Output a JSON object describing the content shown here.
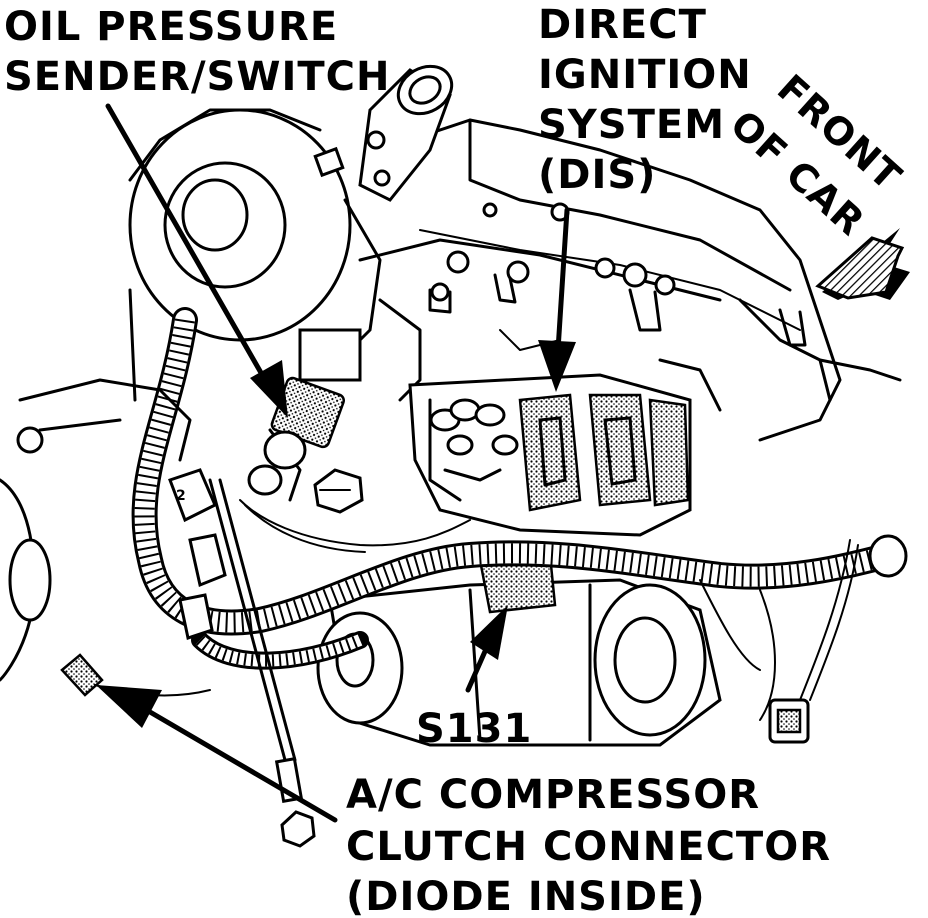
{
  "labels": {
    "oil_pressure": [
      "OIL PRESSURE",
      "SENDER/SWITCH"
    ],
    "dis": [
      "DIRECT",
      "IGNITION",
      "SYSTEM",
      "(DIS)"
    ],
    "front": [
      "FRONT",
      "OF CAR"
    ],
    "splice": "S131",
    "ac_clutch": [
      "A/C COMPRESSOR",
      "CLUTCH CONNECTOR",
      "(DIODE INSIDE)"
    ],
    "pin_number": "2"
  },
  "colors": {
    "ink": "#000000",
    "paper": "#ffffff"
  },
  "icons": {
    "front_arrow": "arrow-down-left-icon"
  }
}
